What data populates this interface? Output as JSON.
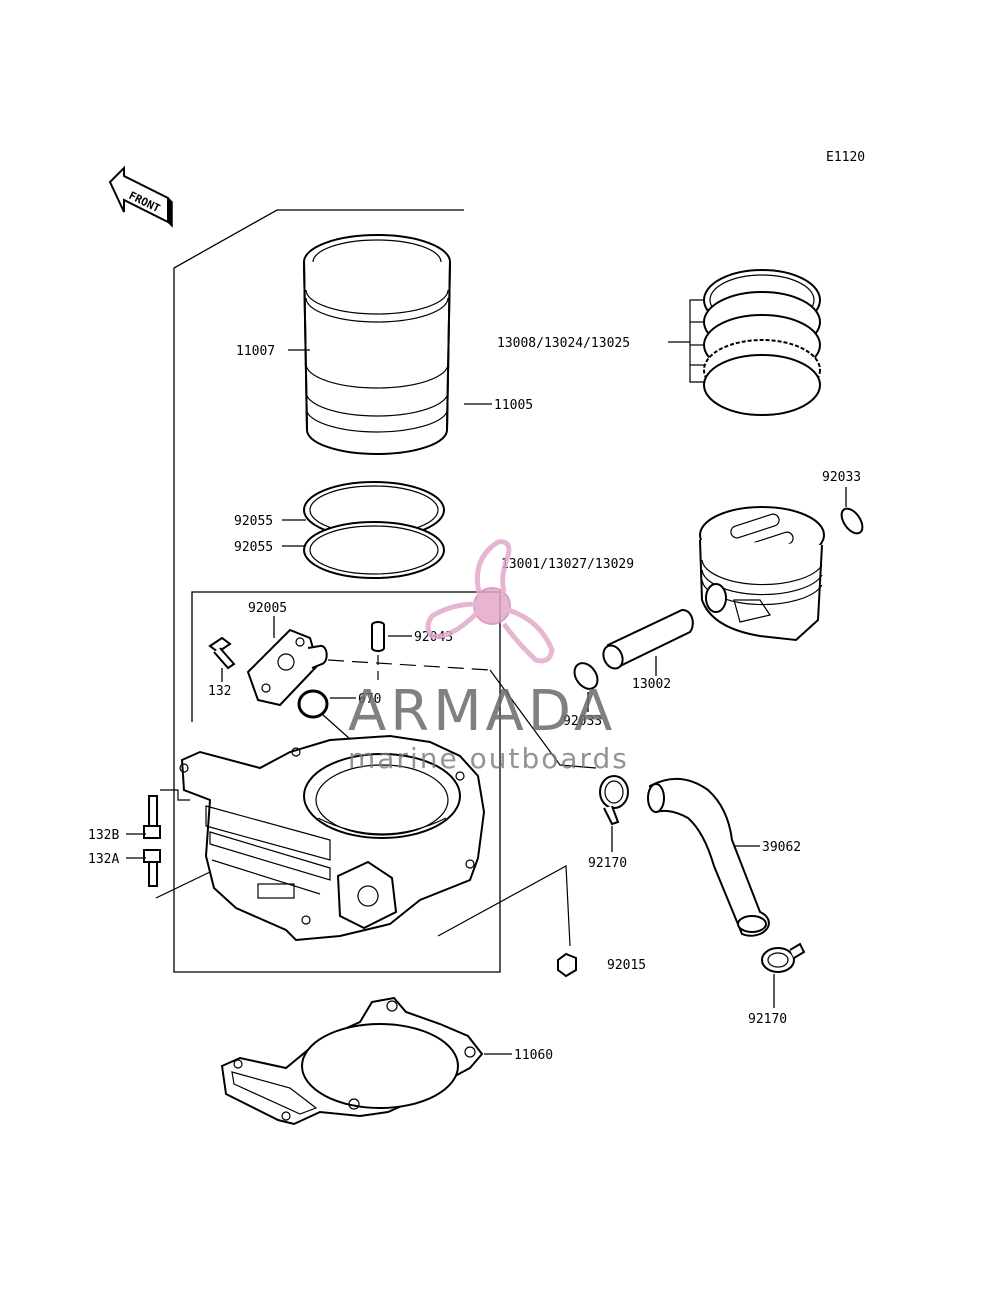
{
  "diagram_code": "E1120",
  "front_label": "FRONT",
  "watermark": {
    "brand": "ARMADA",
    "tagline": "marine outboards",
    "logo_color": "#e3a9c8"
  },
  "parts": {
    "p11007": "11007",
    "p11005": "11005",
    "rings": "13008/13024/13025",
    "p92033_top": "92033",
    "p92055_a": "92055",
    "p92055_b": "92055",
    "piston": "13001/13027/13029",
    "p92005": "92005",
    "p92043": "92043",
    "p132": "132",
    "p670": "670",
    "p13002": "13002",
    "p92033_mid": "92033",
    "p132B": "132B",
    "p132A": "132A",
    "p92170_a": "92170",
    "p39062": "39062",
    "p92015": "92015",
    "p92170_b": "92170",
    "p11060": "11060"
  }
}
